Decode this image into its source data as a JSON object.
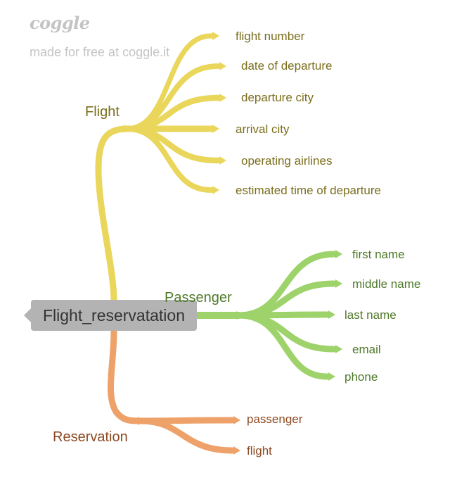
{
  "brand": {
    "logo": "coggle",
    "tagline": "made for free at coggle.it"
  },
  "root": {
    "label": "Flight_reservatation"
  },
  "branches": [
    {
      "id": "flight",
      "label": "Flight",
      "color": "#e9d65a",
      "children": [
        "flight number",
        "date of departure",
        "departure city",
        "arrival city",
        "operating airlines",
        "estimated time of departure"
      ]
    },
    {
      "id": "passenger",
      "label": "Passenger",
      "color": "#9ed26a",
      "children": [
        "first name",
        "middle name",
        "last name",
        "email",
        "phone"
      ]
    },
    {
      "id": "reservation",
      "label": "Reservation",
      "color": "#eea26a",
      "children": [
        "passenger",
        "flight"
      ]
    }
  ]
}
